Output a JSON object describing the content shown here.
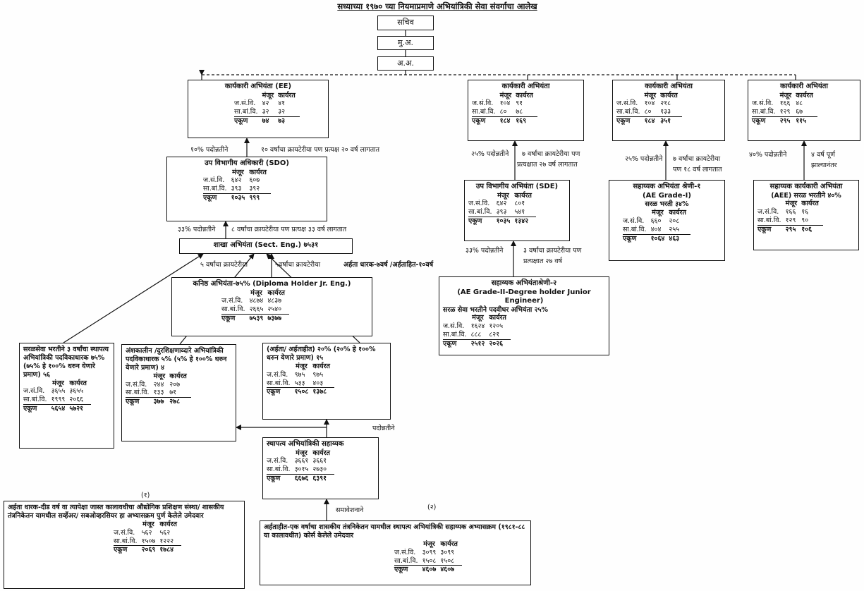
{
  "title": "सध्याच्या १९७० च्या नियमाप्रमाणे अभियांत्रिकी सेवा संवर्गाचा आलेख",
  "cols": {
    "sanctioned": "मंजूर",
    "working": "कार्यरत"
  },
  "rows": {
    "js": "ज.सं.वि.",
    "sb": "सा.बां.वि.",
    "total": "एकूण"
  },
  "top": {
    "sachiv": "सचिव",
    "mua": "मु.अ.",
    "aa": "अ.अ."
  },
  "boxes": {
    "ee1": {
      "title": "कार्यकारी अभियंता (EE)",
      "js": [
        "४२",
        "४१"
      ],
      "sb": [
        "३२",
        "३२"
      ],
      "total": [
        "७४",
        "७३"
      ]
    },
    "ee2": {
      "title": "कार्यकारी अभियंता",
      "js": [
        "१०४",
        "९१"
      ],
      "sb": [
        "८०",
        "७८"
      ],
      "total": [
        "१८४",
        "१६९"
      ]
    },
    "ee3": {
      "title": "कार्यकारी अभियंता",
      "js": [
        "१०४",
        "२१८"
      ],
      "sb": [
        "८०",
        "१३३"
      ],
      "total": [
        "१८४",
        "३५१"
      ]
    },
    "ee4": {
      "title": "कार्यकारी अभियंता",
      "js": [
        "१६६",
        "४८"
      ],
      "sb": [
        "१२९",
        "६७"
      ],
      "total": [
        "२९५",
        "११५"
      ]
    },
    "sdo": {
      "title": "उप विभागीय अधिकारी (SDO)",
      "js": [
        "६४२",
        "६०७"
      ],
      "sb": [
        "३९३",
        "३९२"
      ],
      "total": [
        "१०३५",
        "९९९"
      ]
    },
    "sde": {
      "title": "उप विभागीय अभियंता (SDE)",
      "js": [
        "६४२",
        "८०१"
      ],
      "sb": [
        "३९३",
        "५४१"
      ],
      "total": [
        "१०३५",
        "१३४२"
      ]
    },
    "ae1": {
      "title": "सहाय्यक अभियंता श्रेणी-१",
      "sub": "(AE Grade-I)",
      "desc": "सरळ भरती ३४%",
      "js": [
        "६६०",
        "२०८"
      ],
      "sb": [
        "४०४",
        "२५५"
      ],
      "total": [
        "१०६४",
        "४६३"
      ]
    },
    "aee": {
      "title": "सहाय्यक कार्यकारी अभियंता",
      "desc": "(AEE) सरळ भरतीने ४०%",
      "js": [
        "१६६",
        "१६"
      ],
      "sb": [
        "१२९",
        "९०"
      ],
      "total": [
        "२९५",
        "१०६"
      ]
    },
    "ae2": {
      "title": "सहाय्यक अभियंताश्रेणी-२",
      "sub": "(AE Grade-II-Degree holder Junior Engineer)",
      "desc": "सरळ सेवा भरतीने पदवीधर अभियंता २५%",
      "js": [
        "१६२४",
        "१२०५"
      ],
      "sb": [
        "८८८",
        "८२१"
      ],
      "total": [
        "२५१२",
        "२०२६"
      ]
    },
    "sect": {
      "title": "शाखा अभियंता (Sect. Eng.) ७५३१"
    },
    "je": {
      "title": "कनिष्ठ अभियंता-७५% (Diploma Holder Jr. Eng.)",
      "js": [
        "४८७४",
        "४८३७"
      ],
      "sb": [
        "२६६५",
        "२५४०"
      ],
      "total": [
        "७५३९",
        "७३७७"
      ]
    },
    "direct": {
      "desc": "सरळसेवा भरतीने ३ वर्षांचा स्थापत्य अभियांत्रिकी पदविकाधारक ७५% (७५% हे १००% धरुन येणारे प्रमाण) ५६",
      "js": [
        "३६५५",
        "३६५५"
      ],
      "sb": [
        "१९९९",
        "२०६६"
      ],
      "total": [
        "५६५४",
        "५७२१"
      ]
    },
    "partTime": {
      "desc": "अंशकालीन /दुरशिक्षणाव्दारे अभियांत्रिकी पदविकाधारक ५% (५% हे १००% धरुन येणारे प्रमाण) ४",
      "js": [
        "२४४",
        "२०७"
      ],
      "sb": [
        "१३३",
        "७१"
      ],
      "total": [
        "३७७",
        "२७८"
      ]
    },
    "qual": {
      "desc": "(अर्हता/ अर्हताहीत) २०% (२०% हे १००% धरुन येणारे प्रमाण) १५",
      "js": [
        "९७५",
        "९७५"
      ],
      "sb": [
        "५३३",
        "४०३"
      ],
      "total": [
        "१५०८",
        "१३७८"
      ]
    },
    "civilAsst": {
      "title": "स्थापत्य अभियांत्रिकी सहाय्यक",
      "js": [
        "३६६१",
        "३६६१"
      ],
      "sb": [
        "३०१५",
        "२७३०"
      ],
      "total": [
        "६६७६",
        "६३९१"
      ]
    },
    "qualHolder": {
      "desc": "अर्हता धारक-दीड वर्ष वा त्यापेक्षा जास्त कालावधीचा औद्योगिक प्रशिक्षण संस्था/ शासकीय तंत्रनिकेतन यामधील सर्व्हेअर/ सबओव्हरसियर हा अभ्यासक्रम पुर्ण केलेले उमेदवार",
      "js": [
        "५६२",
        "५६२"
      ],
      "sb": [
        "१५०७",
        "१२२२"
      ],
      "total": [
        "२०६९",
        "१७८४"
      ]
    },
    "unqual": {
      "desc": "अर्हताहीत-एक वर्षाचा शासकीय तंत्रनिकेतन यामधील स्थापत्य अभियांत्रिकी सहाय्यक अभ्यासक्रम (१९८१-८८ या कालावधीत) कोर्स केलेले उमेदवार",
      "js": [
        "३०९९",
        "३०९९"
      ],
      "sb": [
        "१५०८",
        "१५०८"
      ],
      "total": [
        "४६०७",
        "४६०७"
      ]
    }
  },
  "labels": {
    "l1": "१०% पदोन्नतीने",
    "l2": "१० वर्षांचा क्रायटेरीया पण प्रत्यक्ष २० वर्ष लागतात",
    "l3": "३३% पदोन्नतीने",
    "l4": "८ वर्षांचा क्रायटेरीया पण प्रत्यक्ष ३३ वर्ष लागतात",
    "l5": "५ वर्षांचा क्रायटेरीया",
    "l6": "५वर्षांचा क्रायटेरीया",
    "l7": "अर्हता धारक-७वर्ष /अर्हताहित-१०वर्ष",
    "l8": "२५% पदोन्नतीने",
    "l9": "७ वर्षांचा क्रायटेरीया पण",
    "l10": "प्रत्यक्षात २७ वर्ष लागतात",
    "l11": "२५% पदोन्नतीने",
    "l12": "७ वर्षांचा क्रायटेरीया",
    "l13": "पण १८ वर्ष लागतात",
    "l14": "४०% पदोन्नतीने",
    "l15": "४ वर्ष पूर्ण",
    "l16": "झाल्यानंतर",
    "l17": "३३% पदोन्नतीने",
    "l18": "३ वर्षांचा क्रायटेरीया पण",
    "l19": "प्रत्यक्षात २७ वर्ष",
    "l20": "पदोन्नतीने",
    "l21": "समावेशनाने",
    "n1": "(१)",
    "n2": "(२)"
  }
}
